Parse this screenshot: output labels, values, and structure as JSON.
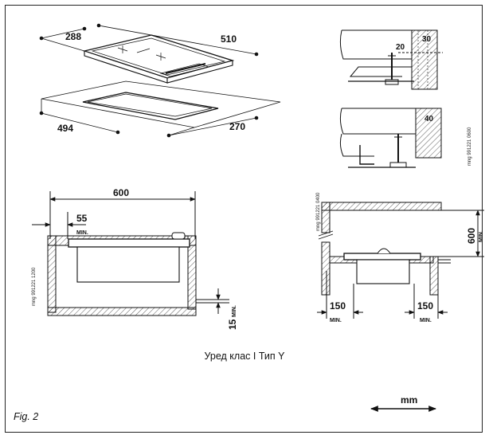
{
  "top_view": {
    "hob_depth": "288",
    "hob_width": "510",
    "cutout_width": "494",
    "cutout_depth": "270"
  },
  "detail": {
    "top_thickness_a": "30",
    "bracket_offset": "20",
    "top_thickness_b": "40",
    "code_a": "mng 991221 0600"
  },
  "front_section": {
    "overall_width": "600",
    "rear_clearance": "55",
    "rear_clearance_min": "MIN.",
    "bottom_gap": "15",
    "bottom_gap_min": "MIN.",
    "code": "mng 991221 1200"
  },
  "side_section": {
    "top_clearance": "600",
    "top_clearance_min": "MIN.",
    "left_clearance": "150",
    "left_clearance_min": "MIN.",
    "right_clearance": "150",
    "right_clearance_min": "MIN.",
    "code": "mng 991221 0400"
  },
  "caption": "Уред клас I Тип Y",
  "unit_label": "mm",
  "figure_label": "Fig. 2",
  "colors": {
    "line": "#111111",
    "hatch": "#333333",
    "background": "#ffffff"
  }
}
